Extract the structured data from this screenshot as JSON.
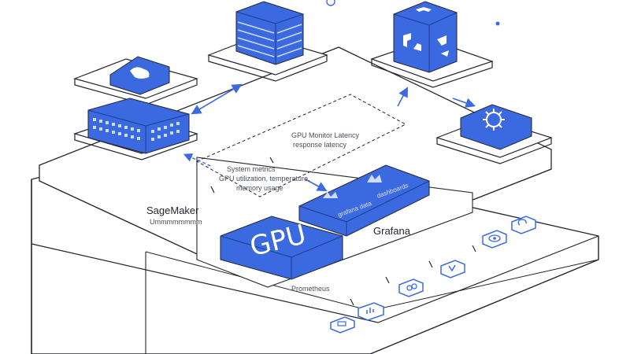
{
  "colors": {
    "accent": "#3b6ae0",
    "accent_dark": "#2a50b8",
    "line": "#23262e",
    "panel": "#ffffff"
  },
  "labels": {
    "sagemaker": "SageMaker",
    "sagemaker_sub": "Ummmmmmmm",
    "system_metrics_1": "System metrics",
    "system_metrics_2": "GPU utilization, temperature,",
    "system_metrics_3": "memory usage",
    "gpu_latency_1": "GPU Monitor Latency",
    "gpu_latency_2": "response latency",
    "gpu": "GPU",
    "grafana": "Grafana",
    "prometheus": "Prometheus",
    "tile_left_sub": "grafana data",
    "tile_right_sub": "dashboards"
  },
  "icons": {
    "sagemaker_badge": "cloud-arrows-icon",
    "datacenter": "server-rack-icon",
    "storage_stack": "storage-stack-icon",
    "cube": "recycle-cube-icon",
    "gear": "gear-icon",
    "row_icons": [
      "folder-icon",
      "chart-icon",
      "link-icon",
      "chevron-down-icon",
      "eye-icon",
      "refresh-icon"
    ]
  }
}
